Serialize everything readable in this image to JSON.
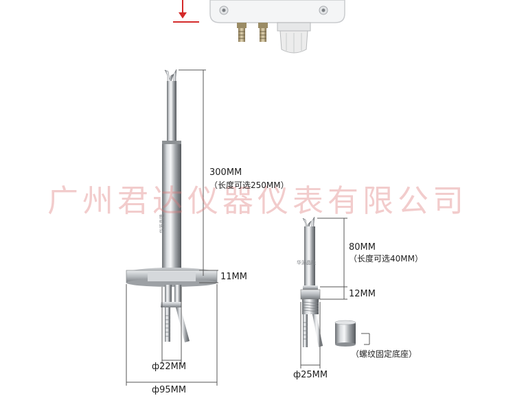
{
  "watermark": "广州君达仪器仪表有限公司",
  "probe_large": {
    "length_main": "300MM",
    "length_note": "（长度可选250MM）",
    "flange_thickness": "11MM",
    "tube_diameter": "ф22MM",
    "flange_diameter": "ф95MM",
    "engraving": "华源晶隆"
  },
  "probe_small": {
    "length_main": "80MM",
    "length_note": "（长度可选40MM）",
    "thread_length": "12MM",
    "diameter": "ф25MM",
    "engraving": "华源晶隆",
    "base_label": "（螺纹固定底座）"
  },
  "colors": {
    "dimension_line": "#555555",
    "arrow_red": "#d42a2a",
    "watermark": "#dc7878"
  }
}
